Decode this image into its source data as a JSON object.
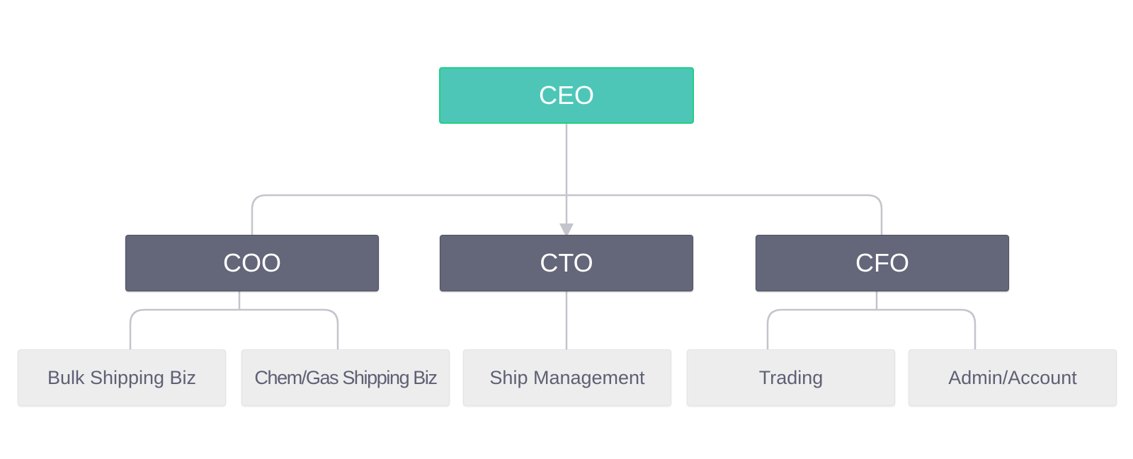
{
  "colors": {
    "root_fill": "#4dc6b8",
    "root_border": "#1fd080",
    "exec_fill": "#646679",
    "dept_fill": "#ededee",
    "dept_text": "#5e6073",
    "connector": "#c4c4cc"
  },
  "chart": {
    "root": {
      "label": "CEO"
    },
    "executives": [
      {
        "label": "COO",
        "departments": [
          "Bulk Shipping Biz",
          "Chem/Gas Shipping Biz"
        ]
      },
      {
        "label": "CTO",
        "departments": [
          "Ship Management"
        ]
      },
      {
        "label": "CFO",
        "departments": [
          "Trading",
          "Admin/Account"
        ]
      }
    ]
  }
}
